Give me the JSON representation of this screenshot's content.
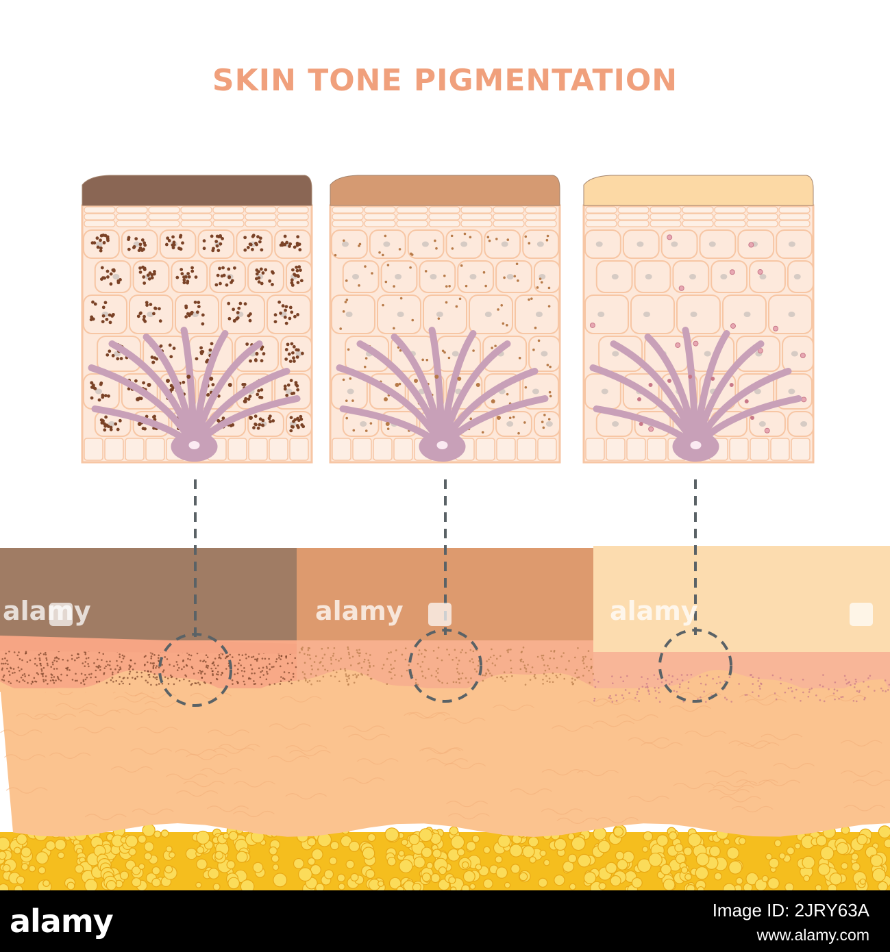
{
  "title": "SKIN TONE PIGMENTATION",
  "watermark": {
    "brand": "alamy",
    "icon": "alamy-a-logo"
  },
  "footer": {
    "brand": "alamy",
    "image_id": "Image ID: 2JRY63A",
    "site": "www.alamy.com"
  },
  "colors": {
    "title": "#f0a07c",
    "dark_tone": "#a07c64",
    "medium_tone": "#dd9a6e",
    "light_tone": "#fcdcaf",
    "dermis": "#fbc38f",
    "fat": "#f5be1e",
    "melanocyte": "#c8a0b8",
    "melanin_dark": "#7a4226",
    "melanin_medium": "#b77a48",
    "melanin_light": "#c87888",
    "cell_outline": "#f7c6a4",
    "cell_fill": "#fde8da"
  },
  "panels": [
    {
      "tone": "dark",
      "melanin_level": "high"
    },
    {
      "tone": "medium",
      "melanin_level": "moderate"
    },
    {
      "tone": "light",
      "melanin_level": "low"
    }
  ]
}
